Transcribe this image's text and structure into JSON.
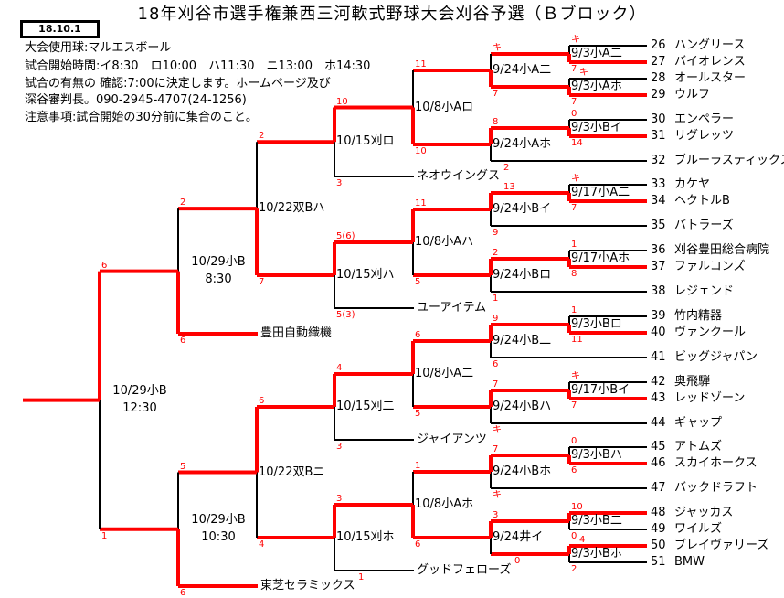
{
  "title": "18年刈谷市選手権兼西三河軟式野球大会刈谷予選（Ｂブロック）",
  "date": "18.10.1",
  "info": [
    "大会使用球:マルエスボール",
    "試合開始時間:イ8:30　ロ10:00　ハ11:30　ニ13:00　ホ14:30",
    "試合の有無の 確認:7:00に決定します。ホームページ及び",
    "深谷審判長。090-2945-4707(24-1256)",
    "注意事項:試合開始の30分前に集合のこと。"
  ],
  "colors": {
    "win": "#ff0000",
    "line": "#000000"
  },
  "bracket": {
    "label": "10/29小B",
    "label2": "12:30",
    "scores": [
      "6",
      "1"
    ],
    "winner": "top",
    "top": {
      "label": "10/29小B",
      "label2": "8:30",
      "scores": [
        "2",
        "6"
      ],
      "winner": "bottom",
      "top": {
        "label": "10/22双Bハ",
        "scores": [
          "2",
          "7"
        ],
        "winner": "bottom",
        "top": {
          "label": "10/15刈ロ",
          "scores": [
            "10",
            "3"
          ],
          "winner": "top",
          "top": {
            "label": "10/8小Aロ",
            "scores": [
              "11",
              "10"
            ],
            "winner": "bottom",
            "top": {
              "label": "9/24小A二",
              "scores": [
                "キ",
                "7"
              ],
              "winner": "bottom",
              "top": {
                "label": "9/3小A二",
                "scores": [
                  "キ",
                  "7"
                ],
                "winner": "bottom",
                "top": {
                  "num": "26",
                  "name": "ハングリース"
                },
                "bottom": {
                  "num": "27",
                  "name": "バイオレンス"
                }
              },
              "bottom": {
                "label": "9/3小Aホ",
                "scores": [
                  "キ",
                  "7"
                ],
                "winner": "bottom",
                "top": {
                  "num": "28",
                  "name": "オールスター"
                },
                "bottom": {
                  "num": "29",
                  "name": "ウルフ"
                }
              }
            },
            "bottom": {
              "label": "9/24小Aホ",
              "scores": [
                "8",
                "2"
              ],
              "winner": "top",
              "top": {
                "label": "9/3小Bイ",
                "scores": [
                  "0",
                  "14"
                ],
                "winner": "bottom",
                "top": {
                  "num": "30",
                  "name": "エンペラー"
                },
                "bottom": {
                  "num": "31",
                  "name": "リグレッツ"
                }
              },
              "bottom": {
                "num": "32",
                "name": "ブルーラスティックス"
              }
            }
          },
          "bottom": {
            "name": "ネオウイングス"
          }
        },
        "bottom": {
          "label": "10/15刈ハ",
          "scores": [
            "5(6)",
            "5(3)"
          ],
          "winner": "top",
          "top": {
            "label": "10/8小Aハ",
            "scores": [
              "11",
              "5"
            ],
            "winner": "top",
            "top": {
              "label": "9/24小Bイ",
              "scores": [
                "13",
                "9"
              ],
              "winner": "top",
              "top": {
                "label": "9/17小A二",
                "scores": [
                  "キ",
                  "7"
                ],
                "winner": "bottom",
                "top": {
                  "num": "33",
                  "name": "カケヤ"
                },
                "bottom": {
                  "num": "34",
                  "name": "ヘクトルB"
                }
              },
              "bottom": {
                "num": "35",
                "name": "バトラーズ"
              }
            },
            "bottom": {
              "label": "9/24小Bロ",
              "scores": [
                "2",
                "1"
              ],
              "winner": "top",
              "top": {
                "label": "9/17小Aホ",
                "scores": [
                  "1",
                  "8"
                ],
                "winner": "bottom",
                "top": {
                  "num": "36",
                  "name": "刈谷豊田総合病院"
                },
                "bottom": {
                  "num": "37",
                  "name": "ファルコンズ"
                }
              },
              "bottom": {
                "num": "38",
                "name": "レジェンド"
              }
            }
          },
          "bottom": {
            "name": "ユーアイテム"
          }
        }
      },
      "bottom": {
        "name": "豊田自動織機"
      }
    },
    "bottom": {
      "label": "10/29小B",
      "label2": "10:30",
      "scores": [
        "5",
        "6"
      ],
      "winner": "bottom",
      "top": {
        "label": "10/22双Bニ",
        "scores": [
          "6",
          "4"
        ],
        "winner": "top",
        "top": {
          "label": "10/15刈二",
          "scores": [
            "4",
            "3"
          ],
          "winner": "top",
          "top": {
            "label": "10/8小A二",
            "scores": [
              "6",
              "5"
            ],
            "winner": "top",
            "top": {
              "label": "9/24小B二",
              "scores": [
                "9",
                "6"
              ],
              "winner": "top",
              "top": {
                "label": "9/3小Bロ",
                "scores": [
                  "1",
                  "11"
                ],
                "winner": "bottom",
                "top": {
                  "num": "39",
                  "name": "竹内精器"
                },
                "bottom": {
                  "num": "40",
                  "name": "ヴァンクール"
                }
              },
              "bottom": {
                "num": "41",
                "name": "ビッグジャパン"
              }
            },
            "bottom": {
              "label": "9/24小Bハ",
              "scores": [
                "7",
                "キ"
              ],
              "winner": "top",
              "top": {
                "label": "9/17小Bイ",
                "scores": [
                  "キ",
                  "7"
                ],
                "winner": "bottom",
                "top": {
                  "num": "42",
                  "name": "奥飛騨"
                },
                "bottom": {
                  "num": "43",
                  "name": "レッドゾーン"
                }
              },
              "bottom": {
                "num": "44",
                "name": "ギャップ"
              }
            }
          },
          "bottom": {
            "name": "ジャイアンツ"
          }
        },
        "bottom": {
          "label": "10/15刈ホ",
          "scores": [
            "3",
            "1"
          ],
          "winner": "top",
          "top": {
            "label": "10/8小Aホ",
            "scores": [
              "1",
              "6"
            ],
            "winner": "bottom",
            "top": {
              "label": "9/24小Bホ",
              "scores": [
                "7",
                "キ"
              ],
              "winner": "top",
              "top": {
                "label": "9/3小Bハ",
                "scores": [
                  "0",
                  "6"
                ],
                "winner": "bottom",
                "top": {
                  "num": "45",
                  "name": "アトムズ"
                },
                "bottom": {
                  "num": "46",
                  "name": "スカイホークス"
                }
              },
              "bottom": {
                "num": "47",
                "name": "バックドラフト"
              }
            },
            "bottom": {
              "label": "9/24井イ",
              "scores": [
                "3",
                "0"
              ],
              "winner": "top",
              "top": {
                "label": "9/3小B二",
                "scores": [
                  "10",
                  "0"
                ],
                "winner": "top",
                "top": {
                  "num": "48",
                  "name": "ジャッカス"
                },
                "bottom": {
                  "num": "49",
                  "name": "ワイルズ"
                }
              },
              "bottom": {
                "label": "9/3小Bホ",
                "scores": [
                  "4",
                  "2"
                ],
                "winner": "top",
                "top": {
                  "num": "50",
                  "name": "ブレイヴァリーズ"
                },
                "bottom": {
                  "num": "51",
                  "name": "BMW"
                }
              }
            }
          },
          "bottom": {
            "name": "グッドフェローズ"
          }
        }
      },
      "bottom": {
        "name": "東芝セラミックス"
      }
    }
  }
}
